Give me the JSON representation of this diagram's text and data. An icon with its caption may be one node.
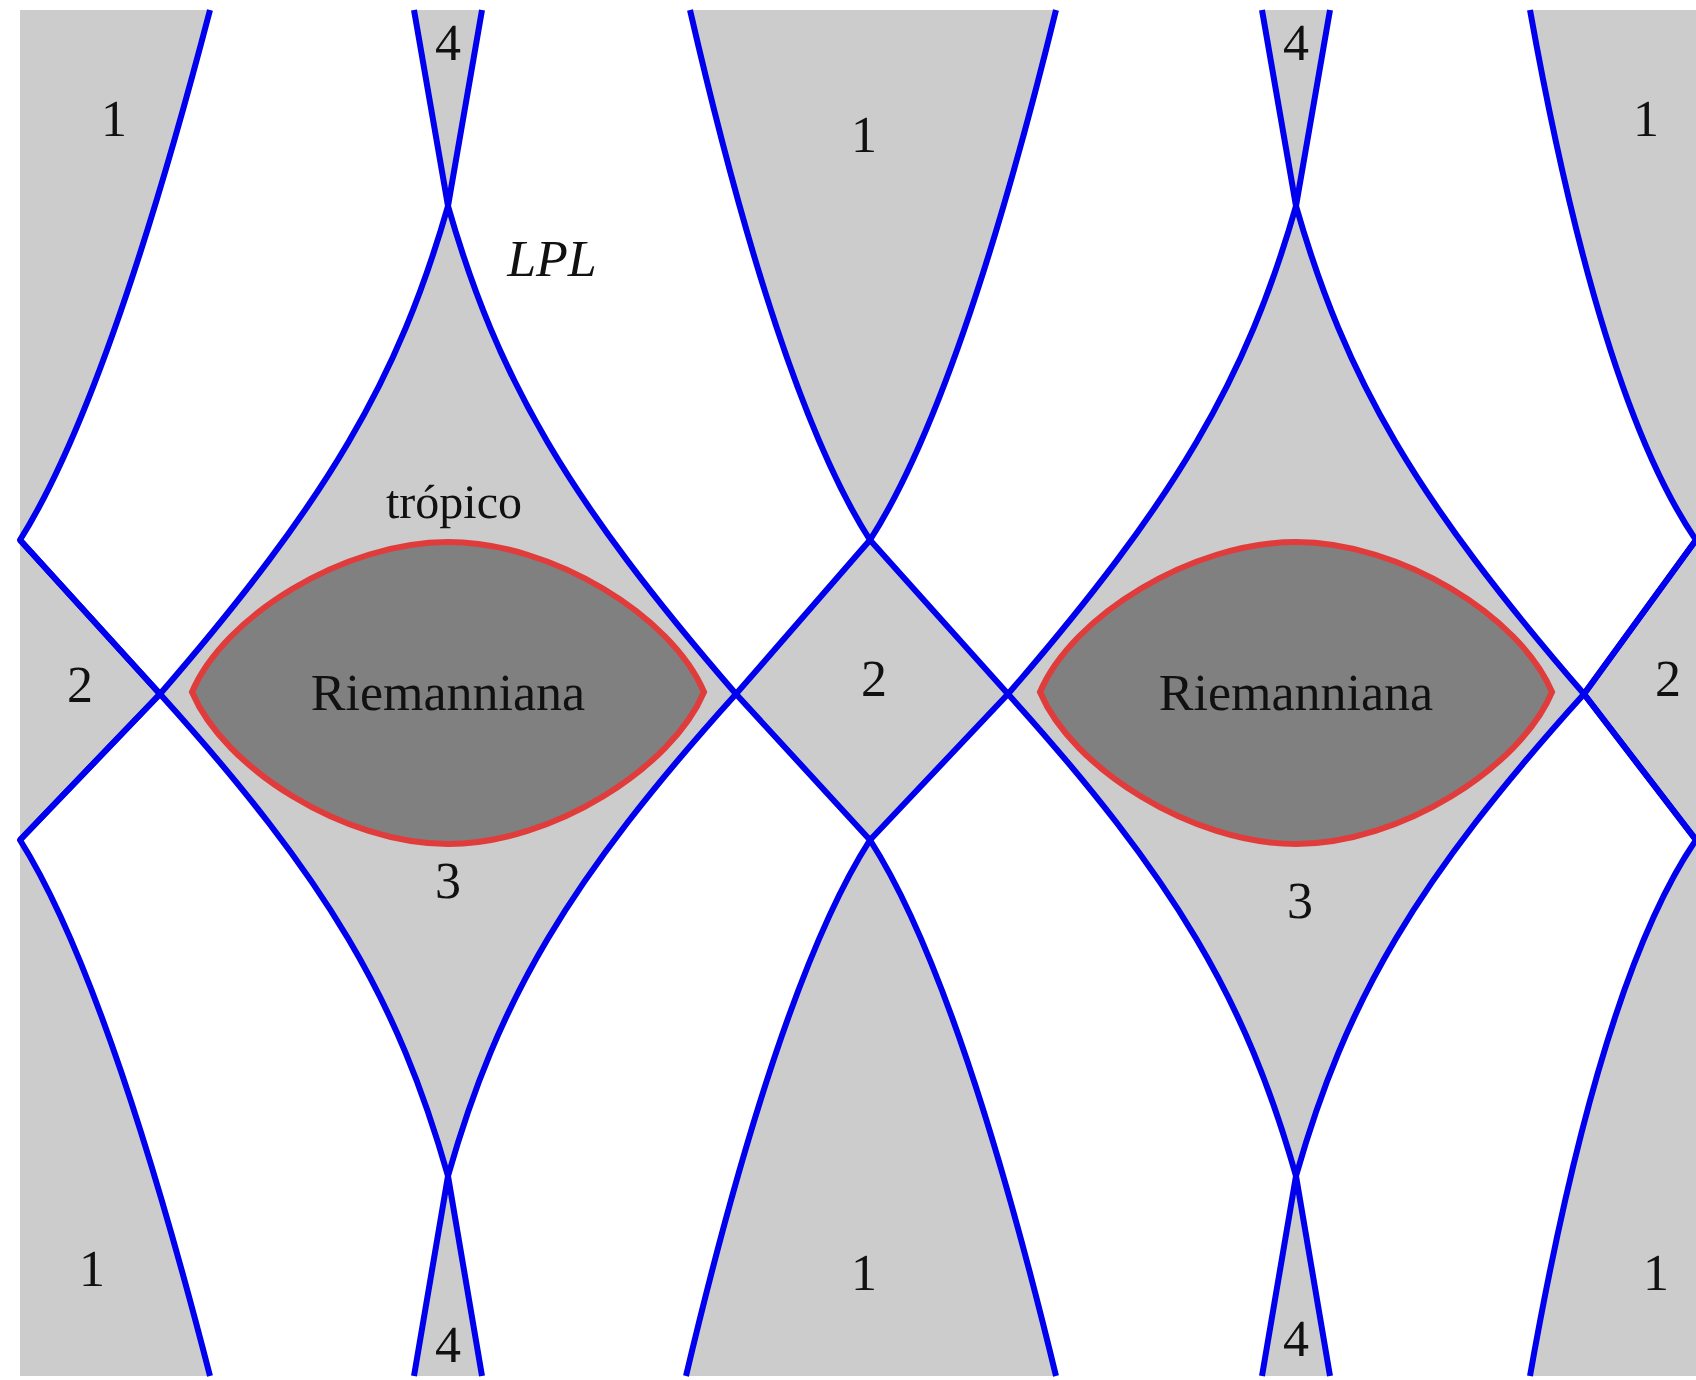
{
  "diagram": {
    "nodes": [
      {
        "text": [
          "Riemanniana"
        ]
      },
      {
        "text": [
          "Riemanniana"
        ]
      }
    ],
    "labels": [
      "4",
      "4",
      "1",
      "1",
      "1",
      "LPL",
      "trópico",
      "2",
      "2",
      "2",
      "3",
      "3",
      "1",
      "1",
      "1",
      "4",
      "4"
    ]
  }
}
